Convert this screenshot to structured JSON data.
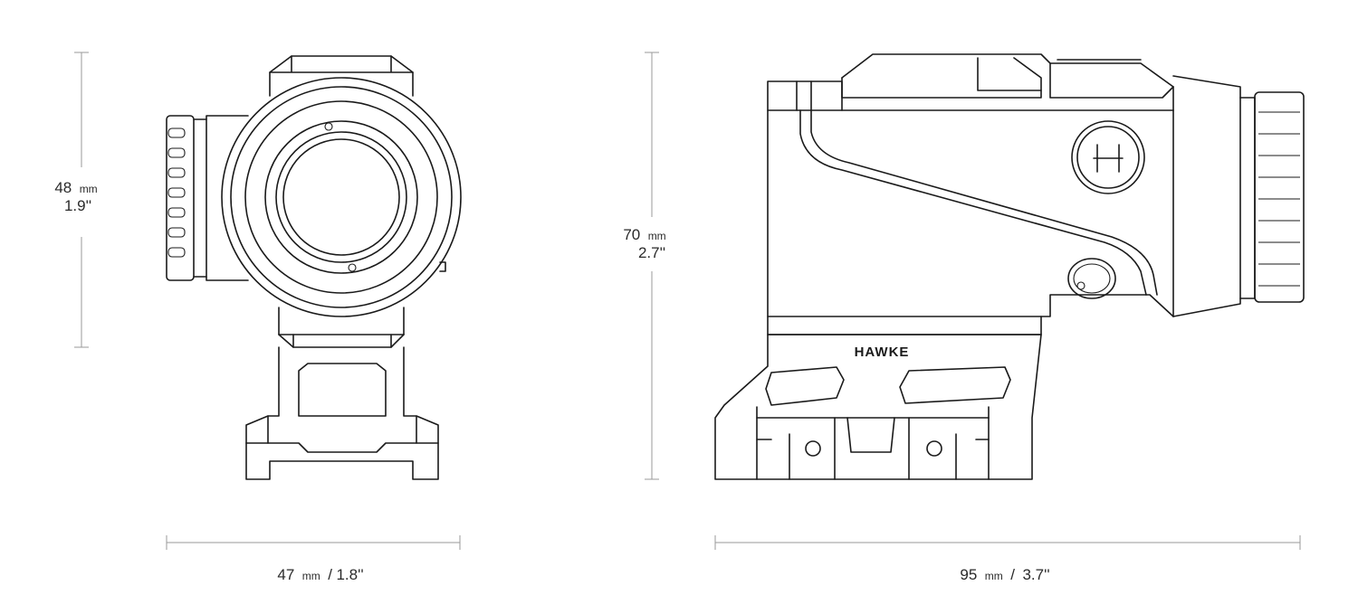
{
  "colors": {
    "line": "#1a1a1a",
    "dimension": "#9a9a9a",
    "background": "#ffffff"
  },
  "front_view": {
    "height": {
      "value": "48",
      "unit": "mm",
      "imperial": "1.9''"
    },
    "width": {
      "value": "47",
      "unit": "mm",
      "separator": "/",
      "imperial": "1.8''"
    }
  },
  "side_view": {
    "height": {
      "value": "70",
      "unit": "mm",
      "imperial": "2.7''"
    },
    "width": {
      "value": "95",
      "unit": "mm",
      "separator": "/",
      "imperial": "3.7''"
    },
    "brand_logo": "HAWKE"
  }
}
